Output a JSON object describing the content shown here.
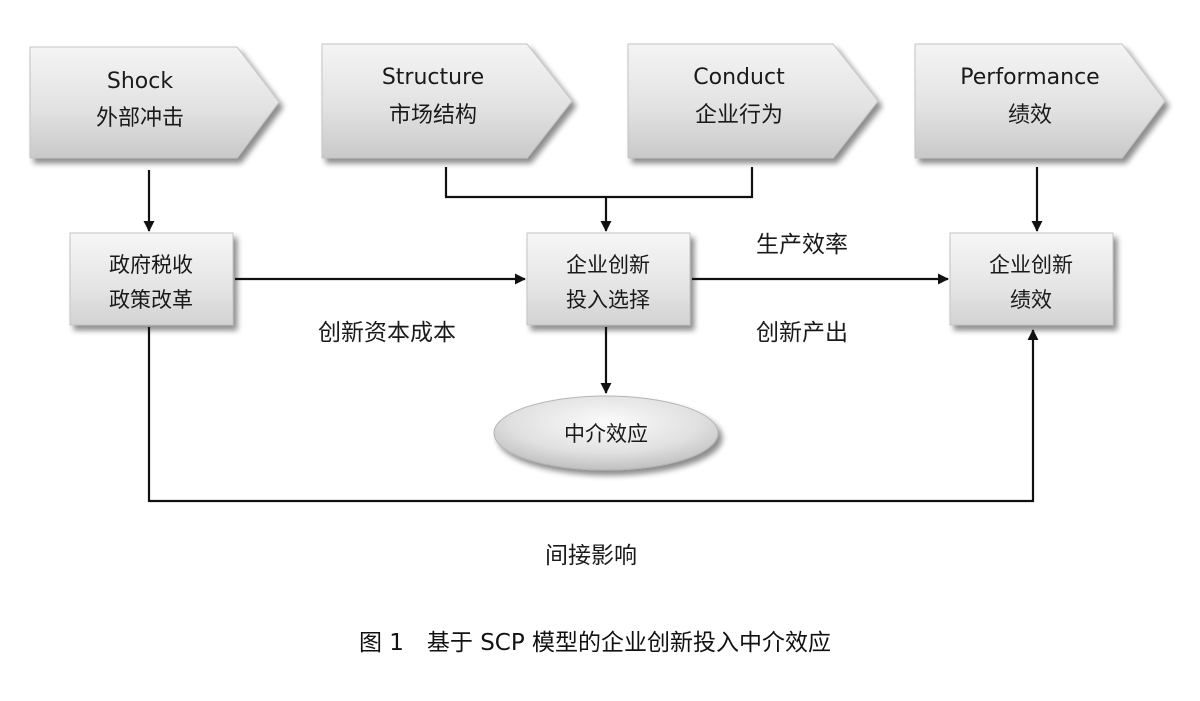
{
  "nodes": {
    "shock": {
      "line1": "Shock",
      "line2": "外部冲击"
    },
    "structure": {
      "line1": "Structure",
      "line2": "市场结构"
    },
    "conduct": {
      "line1": "Conduct",
      "line2": "企业行为"
    },
    "performance": {
      "line1": "Performance",
      "line2": "绩效"
    },
    "tax_reform": {
      "line1": "政府税收",
      "line2": "政策改革"
    },
    "innovation_input": {
      "line1": "企业创新",
      "line2": "投入选择"
    },
    "innovation_performance": {
      "line1": "企业创新",
      "line2": "绩效"
    },
    "mediation": {
      "label": "中介效应"
    }
  },
  "edges": {
    "capital_cost": "创新资本成本",
    "production_efficiency": "生产效率",
    "innovation_output": "创新产出",
    "indirect_effect": "间接影响"
  },
  "caption": "图 1　基于 SCP 模型的企业创新投入中介效应"
}
